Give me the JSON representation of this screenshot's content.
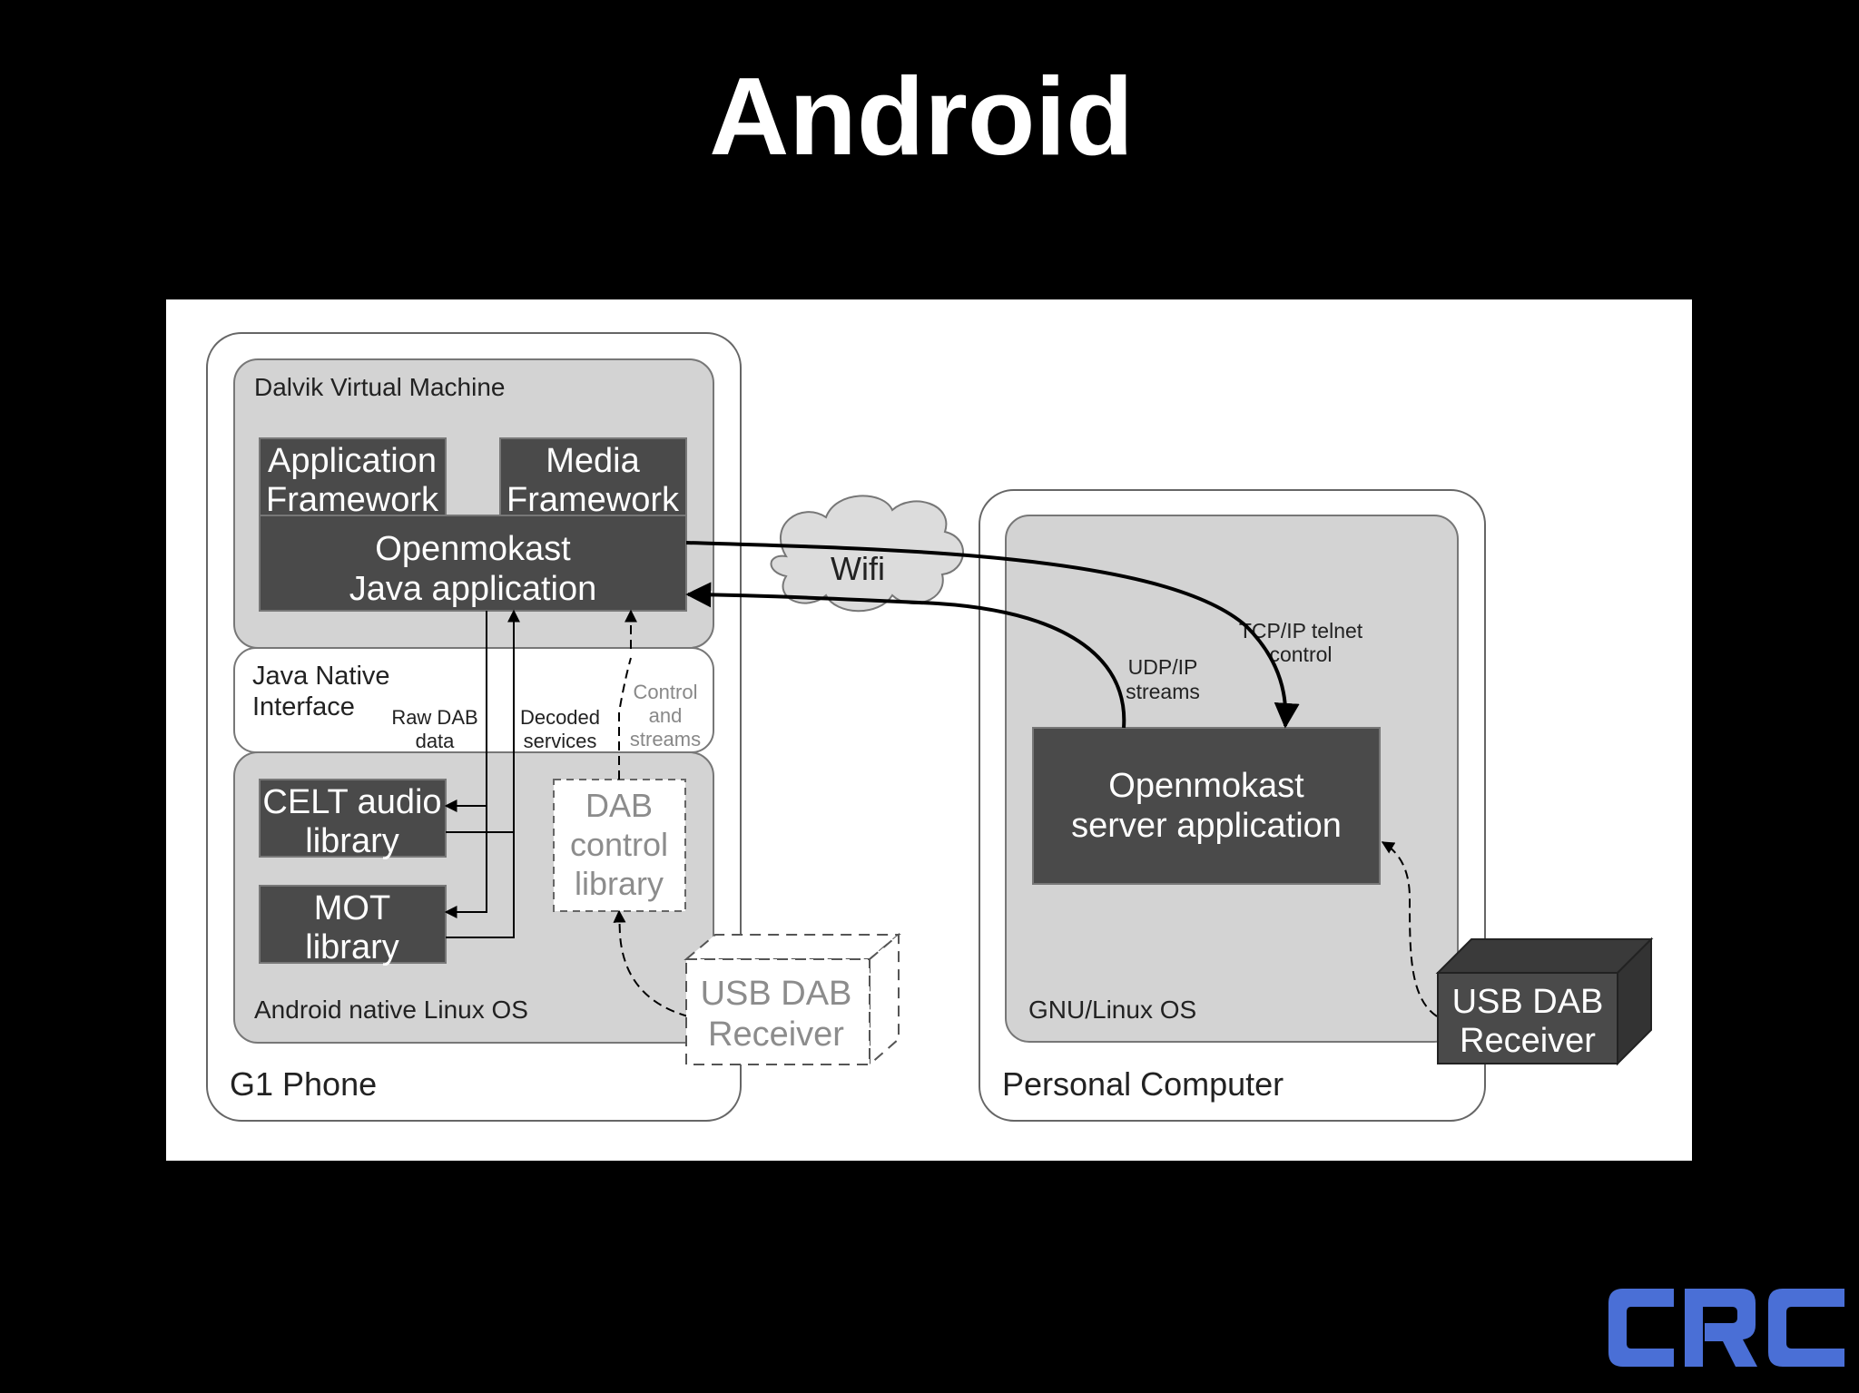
{
  "slide": {
    "title": "Android"
  },
  "phone": {
    "label": "G1 Phone",
    "dalvik_label": "Dalvik Virtual Machine",
    "app_framework": [
      "Application",
      "Framework"
    ],
    "media_framework": [
      "Media",
      "Framework"
    ],
    "openmokast_java": [
      "Openmokast",
      "Java application"
    ],
    "jni_label": [
      "Java Native",
      "Interface"
    ],
    "raw_dab": [
      "Raw DAB",
      "data"
    ],
    "decoded": [
      "Decoded",
      "services"
    ],
    "control_streams": [
      "Control",
      "and",
      "streams"
    ],
    "celt": [
      "CELT audio",
      "library"
    ],
    "mot": [
      "MOT",
      "library"
    ],
    "dab_control": [
      "DAB",
      "control",
      "library"
    ],
    "native_os": "Android native Linux OS",
    "usb_dab": [
      "USB DAB",
      "Receiver"
    ]
  },
  "network": {
    "wifi": "Wifi",
    "udp": [
      "UDP/IP",
      "streams"
    ],
    "tcp": [
      "TCP/IP telnet",
      "control"
    ]
  },
  "pc": {
    "label": "Personal Computer",
    "server_app": [
      "Openmokast",
      "server application"
    ],
    "os": "GNU/Linux OS",
    "usb_dab": [
      "USB DAB",
      "Receiver"
    ]
  },
  "logo": {
    "text": "CRC",
    "color": "#4a6fd6"
  },
  "colors": {
    "background": "#000000",
    "panel": "#ffffff",
    "container_fill": "#d3d3d3",
    "dark_box": "#4a4a4a",
    "dark_box_text": "#ffffff",
    "dashed_text": "#8c8c8c"
  }
}
